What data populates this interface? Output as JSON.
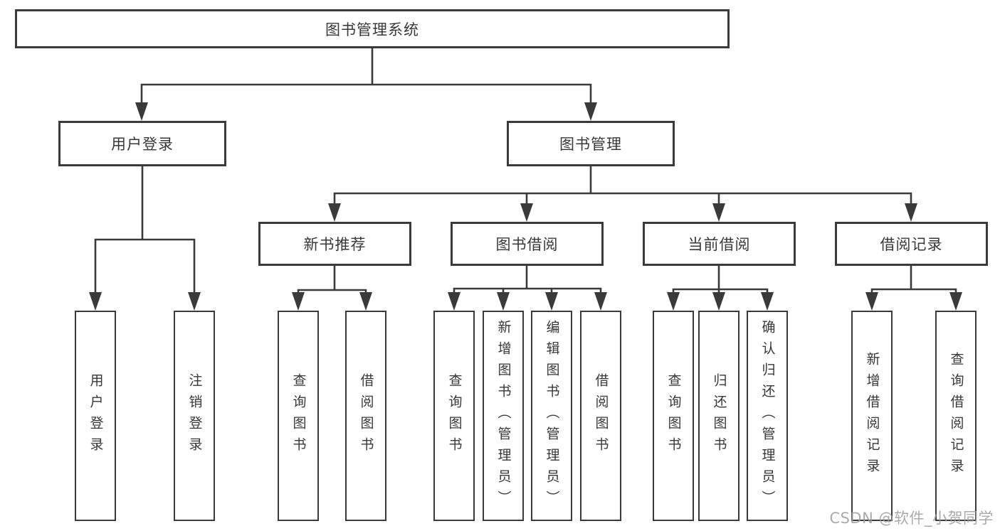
{
  "title": "图书管理系统",
  "tree": {
    "user_login": {
      "label": "用户登录",
      "children": [
        {
          "label": "用户登录"
        },
        {
          "label": "注销登录"
        }
      ]
    },
    "book_mgmt": {
      "label": "图书管理",
      "children": [
        {
          "label": "新书推荐",
          "children": [
            {
              "label": "查询图书"
            },
            {
              "label": "借阅图书"
            }
          ]
        },
        {
          "label": "图书借阅",
          "children": [
            {
              "label": "查询图书"
            },
            {
              "label": "新增图书（管理员）"
            },
            {
              "label": "编辑图书（管理员）"
            },
            {
              "label": "借阅图书"
            }
          ]
        },
        {
          "label": "当前借阅",
          "children": [
            {
              "label": "查询图书"
            },
            {
              "label": "归还图书"
            },
            {
              "label": "确认归还（管理员）"
            }
          ]
        },
        {
          "label": "借阅记录",
          "children": [
            {
              "label": "新增借阅记录"
            },
            {
              "label": "查询借阅记录"
            }
          ]
        }
      ]
    }
  },
  "watermark": "CSDN @软件_小贺同学",
  "colors": {
    "line": "#3a3a3a",
    "text": "#383838",
    "background": "#ffffff",
    "watermark": "#9b9b9b"
  }
}
